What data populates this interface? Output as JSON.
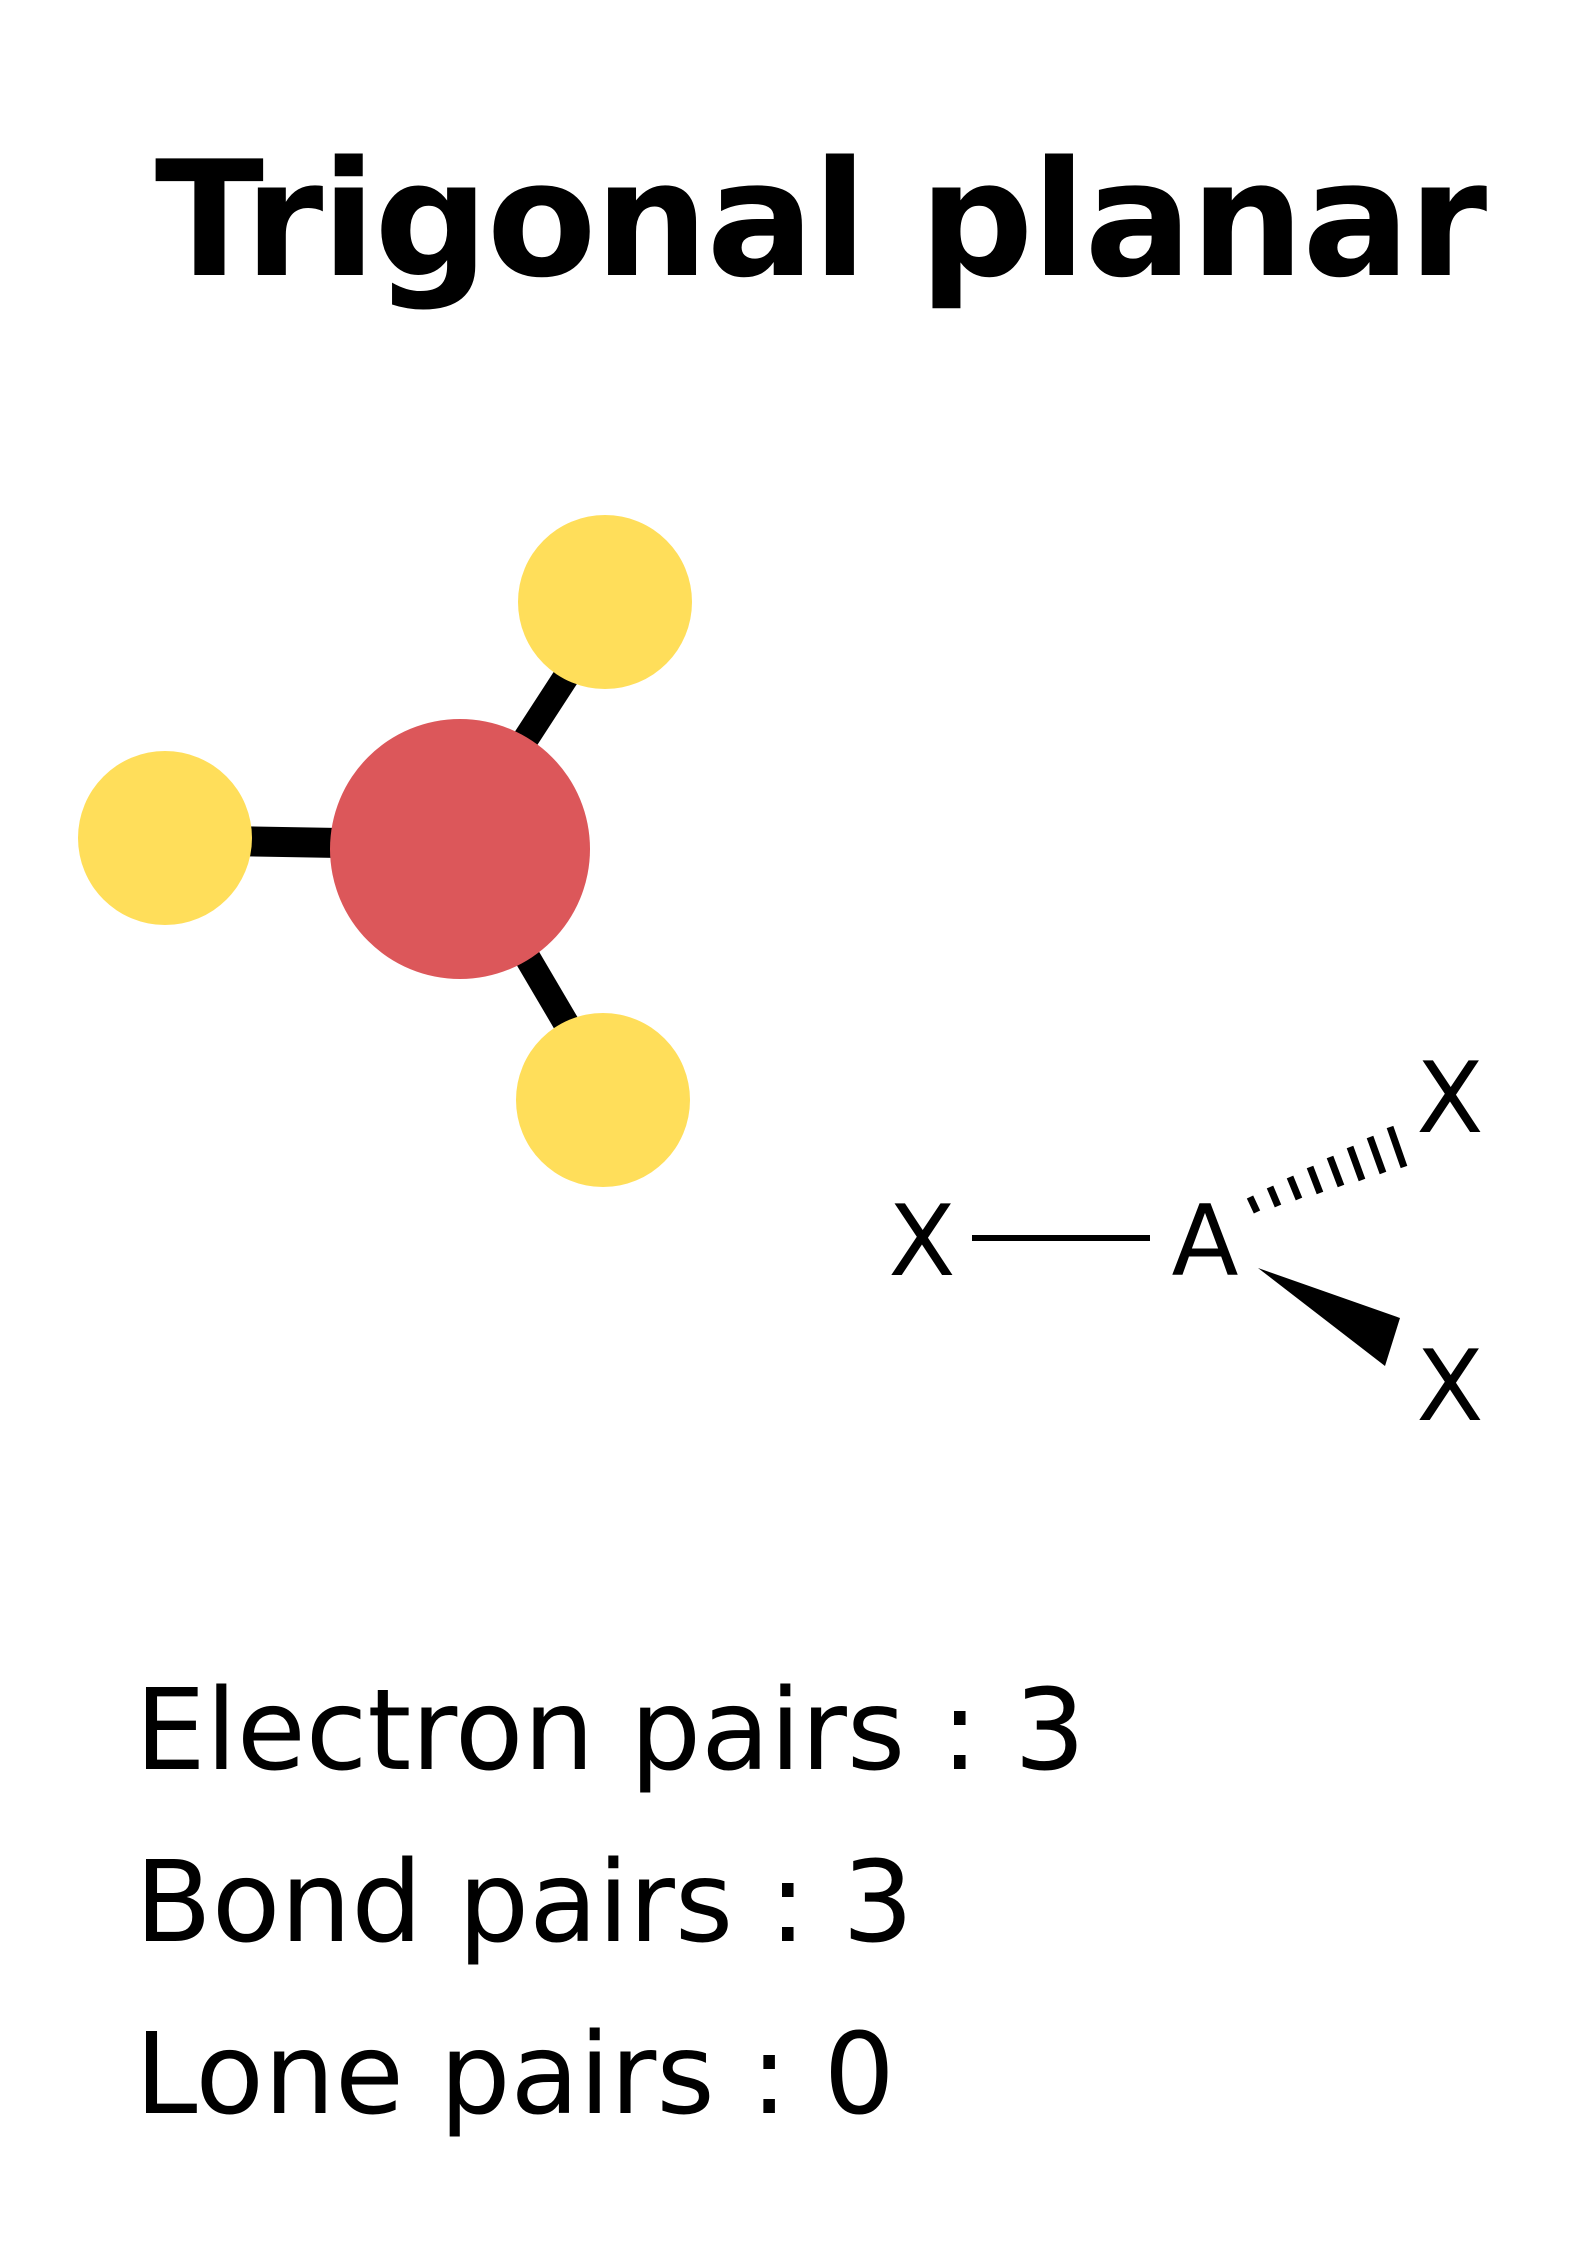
{
  "title": "Trigonal planar",
  "colors": {
    "central_atom": "#DC575A",
    "outer_atom": "#FFDE5A",
    "bond": "#000000"
  },
  "lewis_structure": {
    "central_label": "A",
    "left_label": "X",
    "upper_right_label": "X",
    "lower_right_label": "X"
  },
  "info": {
    "electron_pairs": "Electron pairs : 3",
    "bond_pairs": "Bond pairs : 3",
    "lone_pairs": "Lone pairs : 0"
  }
}
